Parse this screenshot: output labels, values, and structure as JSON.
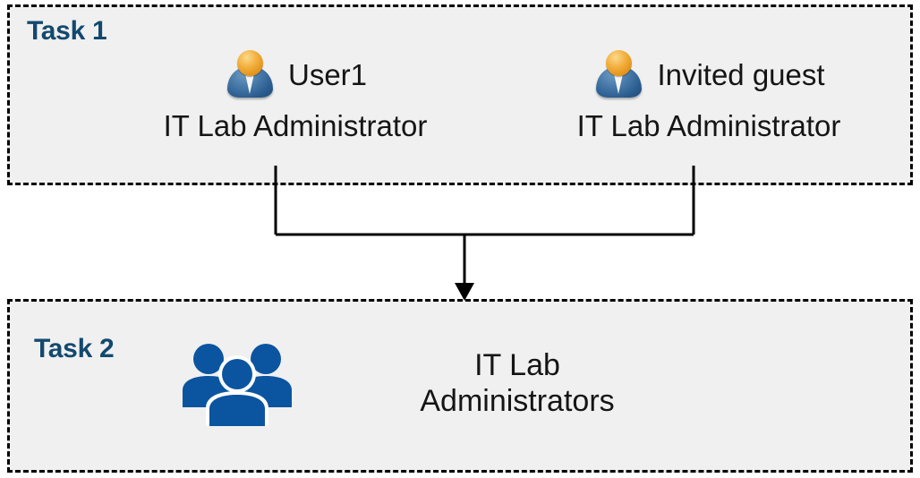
{
  "diagram": {
    "background_color": "#ffffff",
    "box_fill_color": "#f0f0f0",
    "box_border_color": "#000000",
    "label_color": "#13496F",
    "group_icon_color": "#0B55A0",
    "connector_color": "#000000"
  },
  "task1": {
    "label": "Task 1",
    "users": [
      {
        "icon": "user-avatar-icon",
        "name": "User1",
        "role": "IT Lab Administrator"
      },
      {
        "icon": "user-avatar-icon",
        "name": "Invited guest",
        "role": "IT Lab Administrator"
      }
    ]
  },
  "task2": {
    "label": "Task 2",
    "group": {
      "icon": "user-group-icon",
      "line1": "IT Lab",
      "line2": "Administrators"
    }
  },
  "connector": {
    "type": "merge-arrow",
    "description": "Two vertical lines merge into a horizontal bar and a single arrow points down into Task 2",
    "arrow_head": "arrow-down-icon"
  }
}
